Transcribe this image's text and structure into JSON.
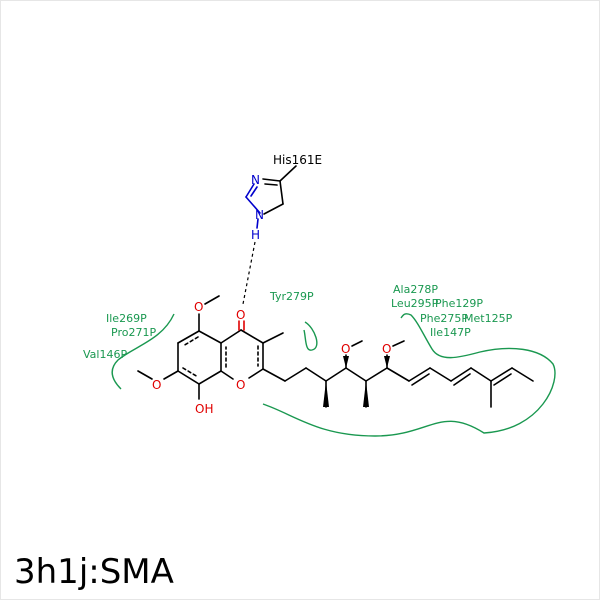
{
  "caption": "3h1j:SMA",
  "atoms": {
    "o_carbonyl": "O",
    "o_ring": "O",
    "o_methoxy_5": "O",
    "o_methoxy_7": "O",
    "oh": "OH",
    "o_methoxy_chain1": "O",
    "o_methoxy_chain2": "O",
    "n1": "N",
    "n2": "N",
    "h": "H"
  },
  "residues": {
    "his161e": "His161E",
    "ile269p": "Ile269P",
    "pro271p": "Pro271P",
    "val146p": "Val146P",
    "tyr279p": "Tyr279P",
    "ala278p": "Ala278P",
    "leu295p": "Leu295P",
    "phe129p": "Phe129P",
    "phe275p": "Phe275P",
    "met125p": "Met125P",
    "ile147p": "Ile147P"
  },
  "colors": {
    "residue": "#1a9850",
    "oxygen": "#e00000",
    "nitrogen": "#0000cc",
    "bond": "#000000"
  }
}
